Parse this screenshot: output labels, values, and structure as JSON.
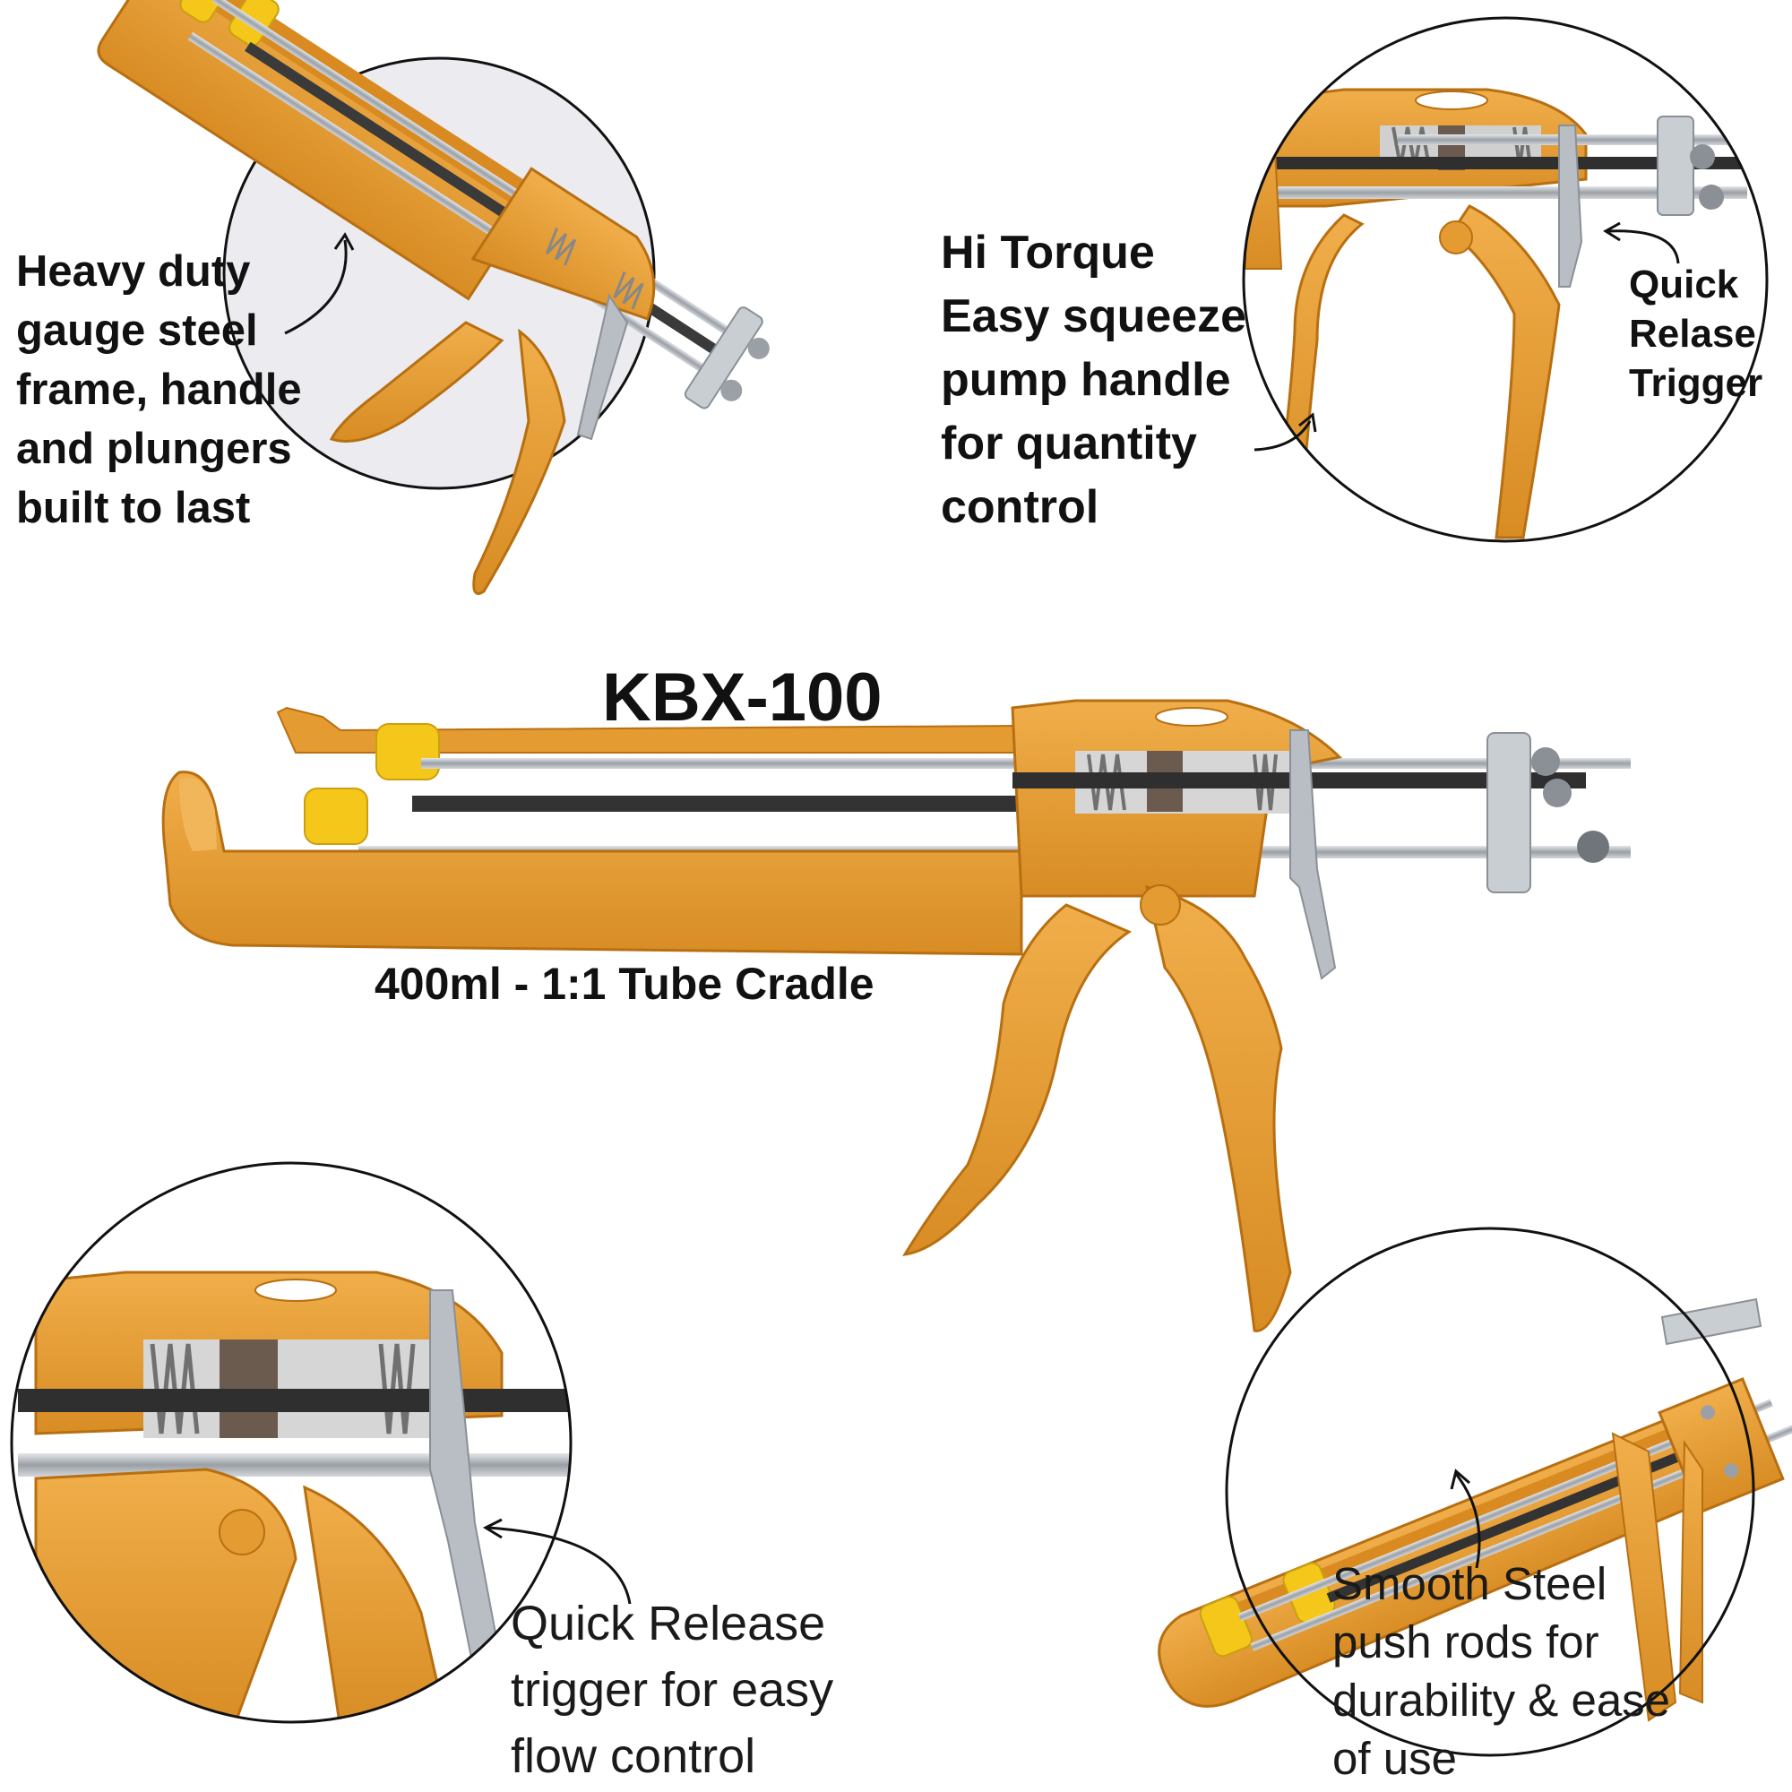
{
  "product": {
    "model": "KBX-100",
    "cradle_label": "400ml - 1:1 Tube Cradle"
  },
  "callouts": {
    "frame": {
      "lines": [
        "Heavy duty",
        "gauge steel",
        "frame, handle",
        "and plungers",
        "built to last"
      ]
    },
    "torque": {
      "lines": [
        "Hi Torque",
        "Easy squeeze",
        "pump handle",
        "for quantity",
        "control"
      ]
    },
    "quick_release_small": {
      "lines": [
        "Quick",
        "Relase",
        "Trigger"
      ]
    },
    "quick_release_large": {
      "lines": [
        "Quick Release",
        "trigger for easy",
        "flow control"
      ]
    },
    "rods": {
      "lines": [
        "Smooth Steel",
        "push rods for",
        "durability & ease",
        "of use"
      ]
    }
  },
  "colors": {
    "tool_orange": "#e8a13a",
    "tool_orange_dark": "#c97f1c",
    "cap_yellow": "#f5c71a",
    "steel": "#b9bec4",
    "rod_dark": "#3a3a3a",
    "circle_fill": "#ebebf0",
    "text": "#111111"
  }
}
